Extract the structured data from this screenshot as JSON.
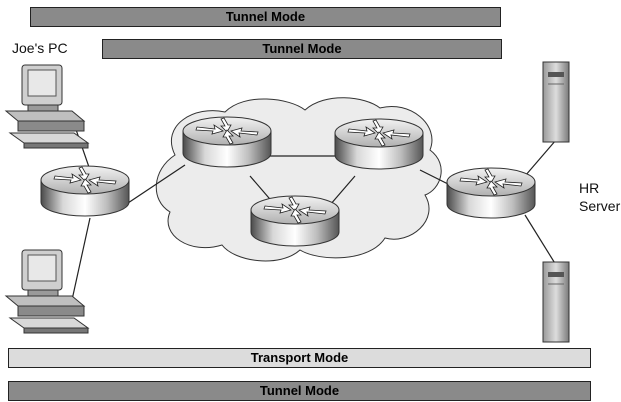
{
  "bars": {
    "top_outer": "Tunnel Mode",
    "top_inner": "Tunnel Mode",
    "transport": "Transport Mode",
    "bottom": "Tunnel Mode"
  },
  "labels": {
    "client": "Joe's PC",
    "server_line1": "HR",
    "server_line2": "Server"
  }
}
